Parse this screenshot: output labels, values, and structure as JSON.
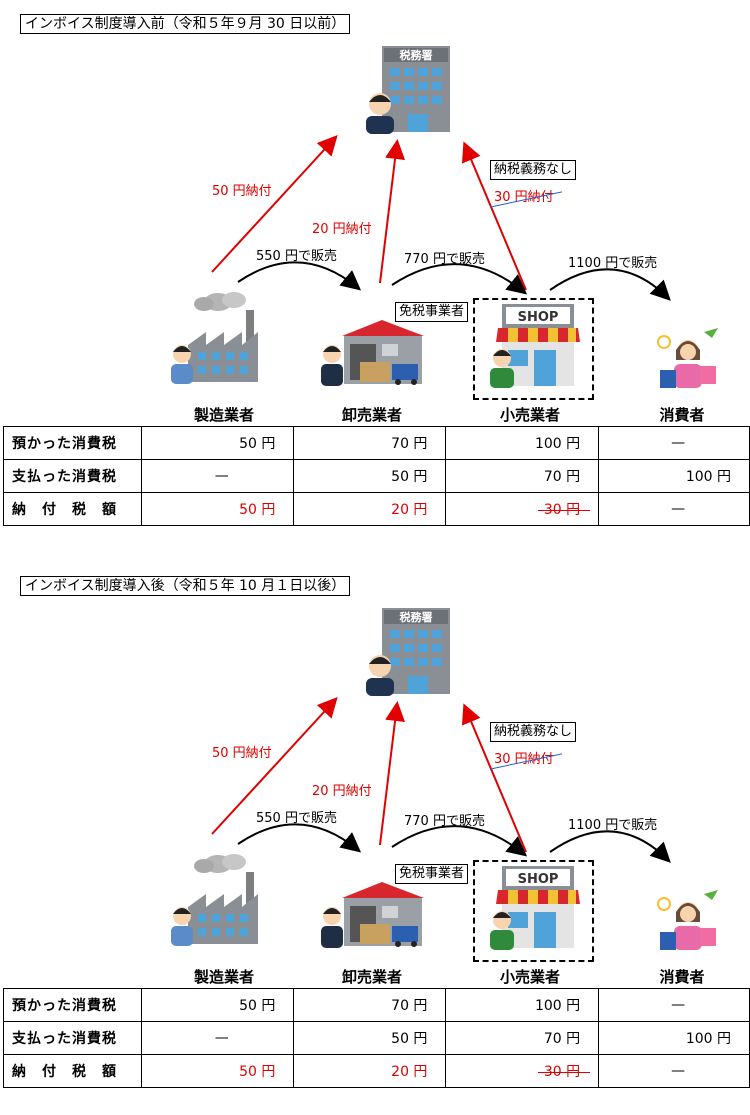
{
  "panels": [
    {
      "title": "インボイス制度導入前（令和５年９月 30 日以前）",
      "tax_office_label": "税務署",
      "shop_sign": "SHOP",
      "arrows": {
        "manufacturer_payment": "50 円納付",
        "wholesaler_payment": "20 円納付",
        "retailer_payment_struck": "30 円納付",
        "no_tax_duty": "納税義務なし",
        "sale_1": "550 円で販売",
        "sale_2": "770 円で販売",
        "sale_3": "1100 円で販売",
        "exempt_business": "免税事業者"
      },
      "actors": [
        "製造業者",
        "卸売業者",
        "小売業者",
        "消費者"
      ],
      "table": {
        "rows": [
          {
            "label": "預かった消費税",
            "cells": [
              "50 円",
              "70 円",
              "100 円",
              "—"
            ]
          },
          {
            "label": "支払った消費税",
            "cells": [
              "—",
              "50 円",
              "70 円",
              "100 円"
            ]
          },
          {
            "label": "納　付　税　額",
            "cells": [
              "50 円",
              "20 円",
              "30 円",
              "—"
            ]
          }
        ]
      }
    },
    {
      "title": "インボイス制度導入後（令和５年 10 月１日以後）",
      "tax_office_label": "税務署",
      "shop_sign": "SHOP",
      "arrows": {
        "manufacturer_payment": "50 円納付",
        "wholesaler_payment": "20 円納付",
        "retailer_payment_struck": "30 円納付",
        "no_tax_duty": "納税義務なし",
        "sale_1": "550 円で販売",
        "sale_2": "770 円で販売",
        "sale_3": "1100 円で販売",
        "exempt_business": "免税事業者"
      },
      "actors": [
        "製造業者",
        "卸売業者",
        "小売業者",
        "消費者"
      ],
      "table": {
        "rows": [
          {
            "label": "預かった消費税",
            "cells": [
              "50 円",
              "70 円",
              "100 円",
              "—"
            ]
          },
          {
            "label": "支払った消費税",
            "cells": [
              "—",
              "50 円",
              "70 円",
              "100 円"
            ]
          },
          {
            "label": "納　付　税　額",
            "cells": [
              "50 円",
              "20 円",
              "30 円",
              "—"
            ]
          }
        ]
      }
    }
  ],
  "colors": {
    "payment_red": "#e00000",
    "strike_blue": "#1e5cc8",
    "building_gray": "#8a8f96",
    "shop_awning_red": "#d8262e"
  },
  "icons": [
    "tax-office-building-icon",
    "factory-icon",
    "warehouse-icon",
    "shop-icon",
    "consumer-icon",
    "person-icon"
  ]
}
